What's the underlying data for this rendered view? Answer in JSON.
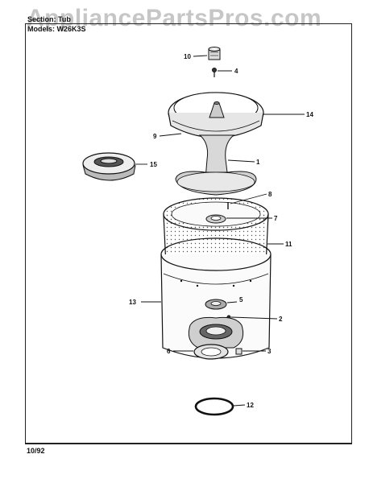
{
  "watermark": "AppliancePartsPros.com",
  "header": {
    "section_line": "Section: Tub",
    "models_line": "Models: W26K3S"
  },
  "footer": {
    "date": "10/92"
  },
  "callouts": [
    "10",
    "4",
    "14",
    "9",
    "1",
    "15",
    "8",
    "7",
    "11",
    "13",
    "5",
    "2",
    "6",
    "3",
    "12"
  ]
}
